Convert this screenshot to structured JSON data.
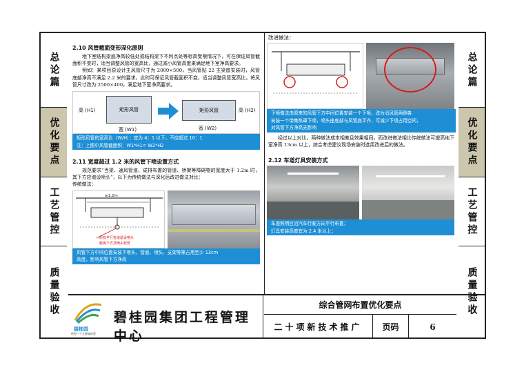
{
  "left_tabs": [
    "总论篇",
    "优化要点",
    "工艺管控",
    "质量验收"
  ],
  "right_tabs": [
    "总论篇",
    "优化要点",
    "工艺管控",
    "质量验收"
  ],
  "sec210": {
    "heading": "2.10 风管截面变形深化原则",
    "p1": "地下室结构梁底净高较低处或结构梁下不利点处等标高受限情况下，可在保证风管截面积不变时，适当调整风管的宽高比，通过减小风管高度来满足地下室净高要求。",
    "p2": "例如：某项目原设计主风管尺寸为 2000×500，当风管贴 22 主梁底安装时，风管底部净高不满足 2.2 米的要求，此时可保证风管截面积不变，适当调整风管宽高比，将风管尺寸改为 2500×400，满足地下室净高要求。",
    "diagram": {
      "left_box": "矩形风管",
      "right_box": "矩形风管",
      "h1": "高 (H1)",
      "h2": "高 (H2)",
      "w1": "宽 (W1)",
      "w2": "宽 (W2)"
    },
    "caption1": "矩形风管的宽高比（W/H）：宜为 4：1 以下，不应超过 10：1",
    "caption2": "注：上图中风管截面积：W1*H1= W2*H2"
  },
  "sec211": {
    "heading": "2.11 宽度超过 1.2 米的风管下喷设置方式",
    "p1": "规范要求“当梁、通风管道、成排布置的管道、桥架等障碍物的宽度大于 1.2m 时，其下方应增设喷头”，以下为传统做法与深化后改进做法对比：",
    "p2": "传统做法：",
    "dim": "≥1.2m",
    "note1": "原有平行管道增设喷头",
    "note2": "距离下方顶喷头较低",
    "caption1": "风管下方中间位置安装下喷头，管道、喷头、支架等需占用至少 13cm",
    "caption2": "高度，影响风管下方净高"
  },
  "improve": {
    "label": "改进做法：",
    "caption1": "下喷做法由原来的风管下方中间位置安装一个下喷，改为沿风管两侧各",
    "caption2": "安装一个带集热罩下喷，喷头座底部与风管底平齐，可减少下喷占用空间，",
    "caption3": "对风管下方净高无影响",
    "p1": "经过以上对比，两种做法成本相差且效果相同，而改进做法相比传统做法可提高地下室净高 13cm 以上，综合考虑建议现场安装时选用改进后的做法。"
  },
  "sec212": {
    "heading": "2.12 车道灯具安装方式",
    "caption1": "车道照明应沿汽车行驶方向平行布置；",
    "caption2": "灯具安装高度宜为 2.4 米以上；"
  },
  "footer": {
    "company": "碧桂园集团工程管理中心",
    "logo_text": "碧桂园",
    "logo_sub": "给您一个五星级的家",
    "title1": "综合管网布置优化要点",
    "title2": "二十项新技术推广",
    "page_label": "页码",
    "page_num": "6"
  },
  "colors": {
    "caption_bg": "#1e8fd5",
    "active_tab": "#cbc6ac",
    "accent_red": "#d21e1e"
  }
}
